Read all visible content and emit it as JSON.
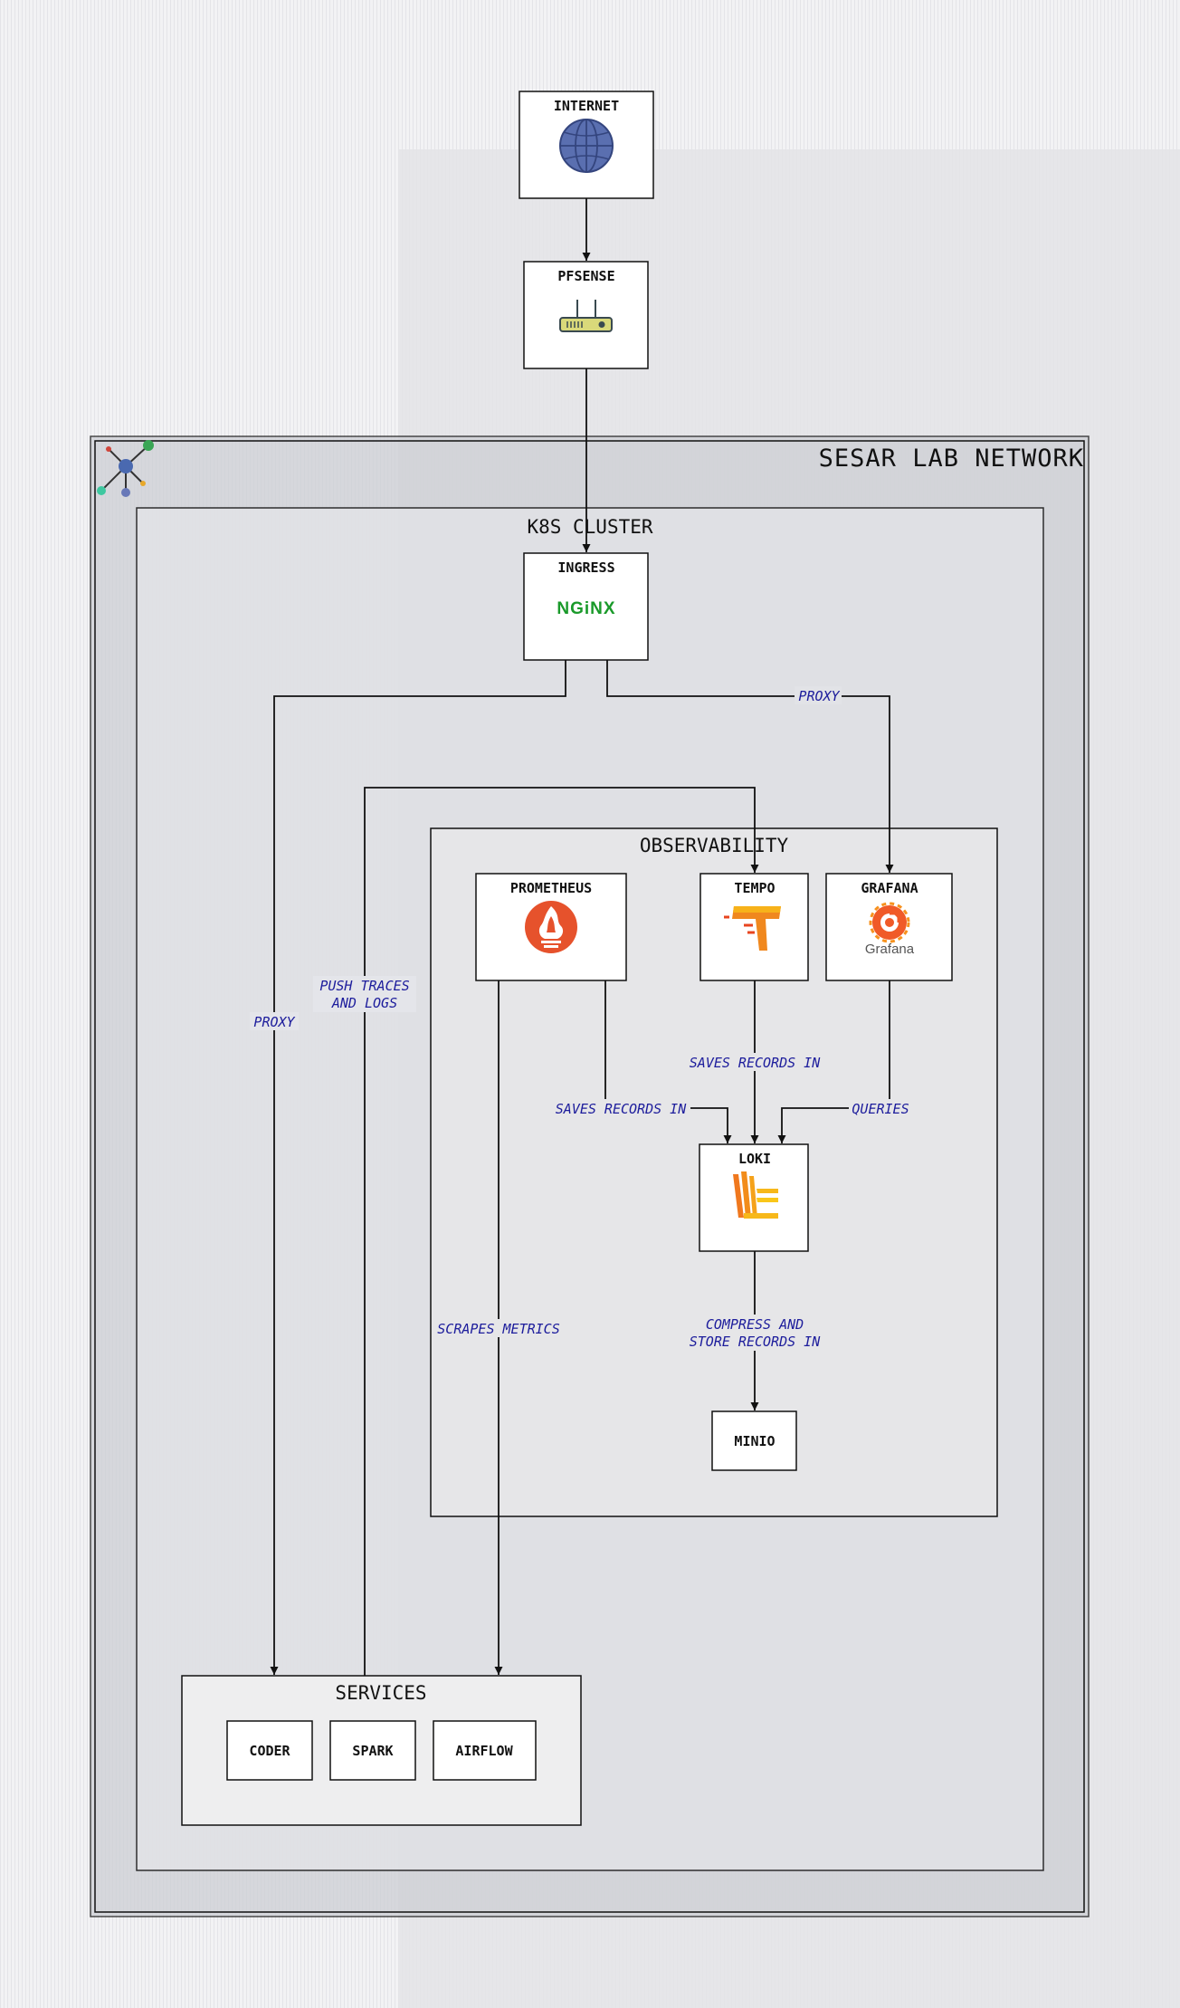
{
  "nodes": {
    "internet": "INTERNET",
    "pfsense": "PFSENSE",
    "ingress": "INGRESS",
    "prometheus": "PROMETHEUS",
    "tempo": "TEMPO",
    "grafana": "GRAFANA",
    "loki": "LOKI",
    "minio": "MINIO",
    "coder": "CODER",
    "spark": "SPARK",
    "airflow": "AIRFLOW"
  },
  "groups": {
    "network": "SESAR LAB NETWORK",
    "cluster": "K8S CLUSTER",
    "observability": "OBSERVABILITY",
    "services": "SERVICES"
  },
  "logos": {
    "nginx": "NGiNX",
    "grafana": "Grafana"
  },
  "edges": {
    "ingress_grafana": "PROXY",
    "ingress_services": "PROXY",
    "push_line1": "PUSH TRACES",
    "push_line2": "AND LOGS",
    "tempo_loki": "SAVES RECORDS IN",
    "prometheus_loki": "SAVES RECORDS IN",
    "grafana_loki": "QUERIES",
    "scrapes": "SCRAPES METRICS",
    "compress_line1": "COMPRESS AND",
    "compress_line2": "STORE RECORDS IN"
  },
  "colors": {
    "edge_label": "#1d1d9c",
    "globe": "#5a6fb0",
    "prometheus": "#e6522c",
    "nginx": "#1a9a2a"
  }
}
